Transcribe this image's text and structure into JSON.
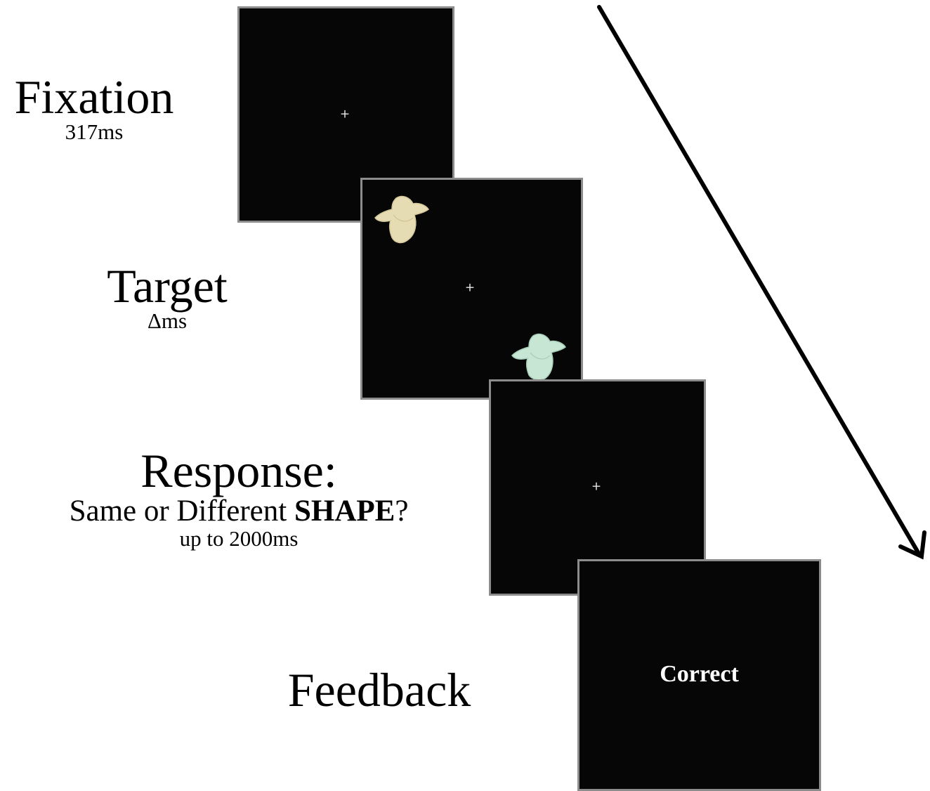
{
  "stages": [
    {
      "title": "Fixation",
      "duration": "317ms"
    },
    {
      "title": "Target",
      "duration": "Δms"
    },
    {
      "title": "Response:",
      "question_prefix": "Same or Different ",
      "question_bold": "SHAPE",
      "question_suffix": "?",
      "duration": "up to 2000ms"
    },
    {
      "title": "Feedback"
    }
  ],
  "screens": {
    "fixation_mark": "+",
    "target_mark": "+",
    "response_mark": "+",
    "feedback_text": "Correct"
  },
  "colors": {
    "screen_background": "#060606",
    "screen_border": "#8c8c8c",
    "shape_1": "#e6dcb4",
    "shape_2": "#c7e6d4",
    "arrow": "#000000"
  }
}
